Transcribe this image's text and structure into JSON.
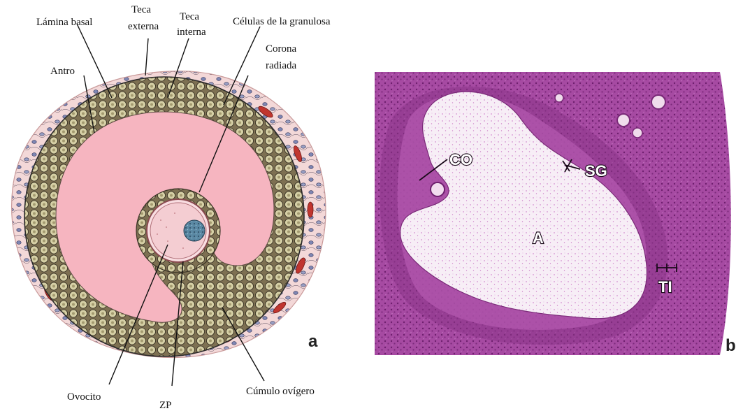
{
  "panel_a": {
    "letter": "a",
    "labels": {
      "lamina_basal": "Lámina basal",
      "teca_externa_1": "Teca",
      "teca_externa_2": "externa",
      "teca_interna_1": "Teca",
      "teca_interna_2": "interna",
      "celulas_granulosa": "Células de la granulosa",
      "corona_radiada_1": "Corona",
      "corona_radiada_2": "radiada",
      "antro": "Antro",
      "cumulo_ovigero": "Cúmulo ovígero",
      "ovocito": "Ovocito",
      "zp": "ZP"
    },
    "colors": {
      "antrum": "#f6b5c0",
      "granulosa": "#8b7d5f",
      "granulosa_cell": "#c9c49a",
      "theca": "#f1d6d6",
      "theca_cell": "#8a8fb5",
      "vessel": "#c0352f",
      "oocyte": "#f4cdd2",
      "nucleus": "#4e7d97"
    }
  },
  "panel_b": {
    "letter": "b",
    "labels": {
      "co": "CO",
      "sg": "SG",
      "a": "A",
      "ti": "TI"
    },
    "colors": {
      "tissue": "#a0459a",
      "tissue_dark": "#7a2a78",
      "antrum": "#f6eef5"
    }
  }
}
